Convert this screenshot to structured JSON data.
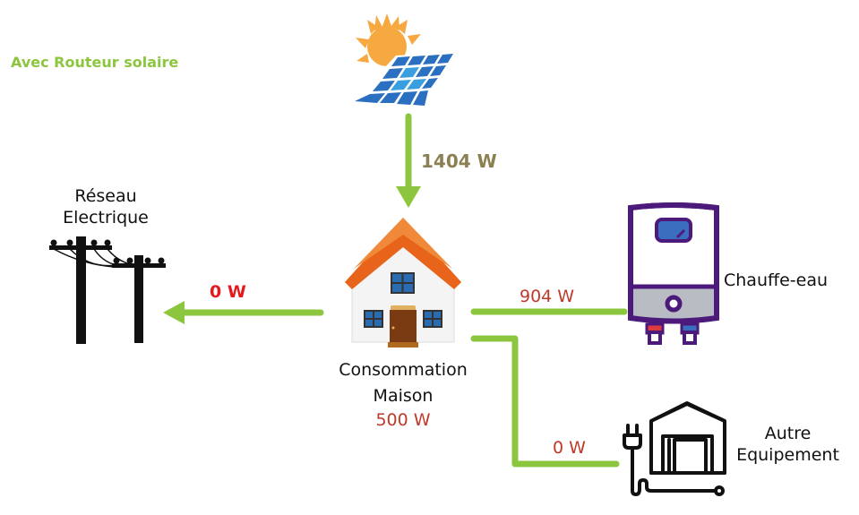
{
  "title": "Avec Routeur solaire",
  "nodes": {
    "solar": {
      "icon": "solar-panel-icon"
    },
    "grid": {
      "label_line1": "Réseau",
      "label_line2": "Electrique",
      "icon": "power-pole-icon"
    },
    "house": {
      "label_line1": "Consommation",
      "label_line2": "Maison",
      "power": "500 W",
      "icon": "house-icon"
    },
    "heater": {
      "label": "Chauffe-eau",
      "icon": "water-heater-icon"
    },
    "other": {
      "label_line1": "Autre",
      "label_line2": "Equipement",
      "icon": "plug-house-icon"
    }
  },
  "flows": {
    "solar_to_house": "1404 W",
    "house_to_grid": "0 W",
    "house_to_heater": "904 W",
    "house_to_other": "0 W"
  },
  "colors": {
    "flow_line": "#8cc63f",
    "title": "#8cc63f",
    "solar_value": "#8c7f52",
    "grid_value": "#e5191e",
    "consumption_value": "#c0392b",
    "heater_outline": "#4b1a7a"
  }
}
